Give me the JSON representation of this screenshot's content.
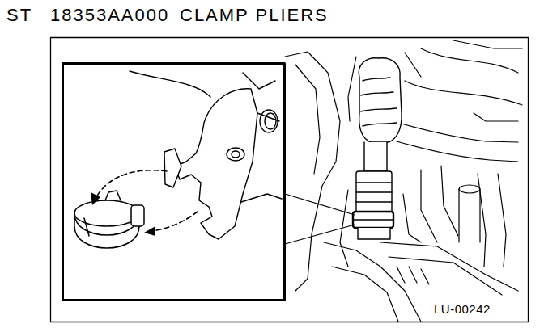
{
  "diagram": {
    "labels": [
      "ST",
      "18353AA000",
      "CLAMP PLIERS",
      "LU-00242"
    ]
  }
}
